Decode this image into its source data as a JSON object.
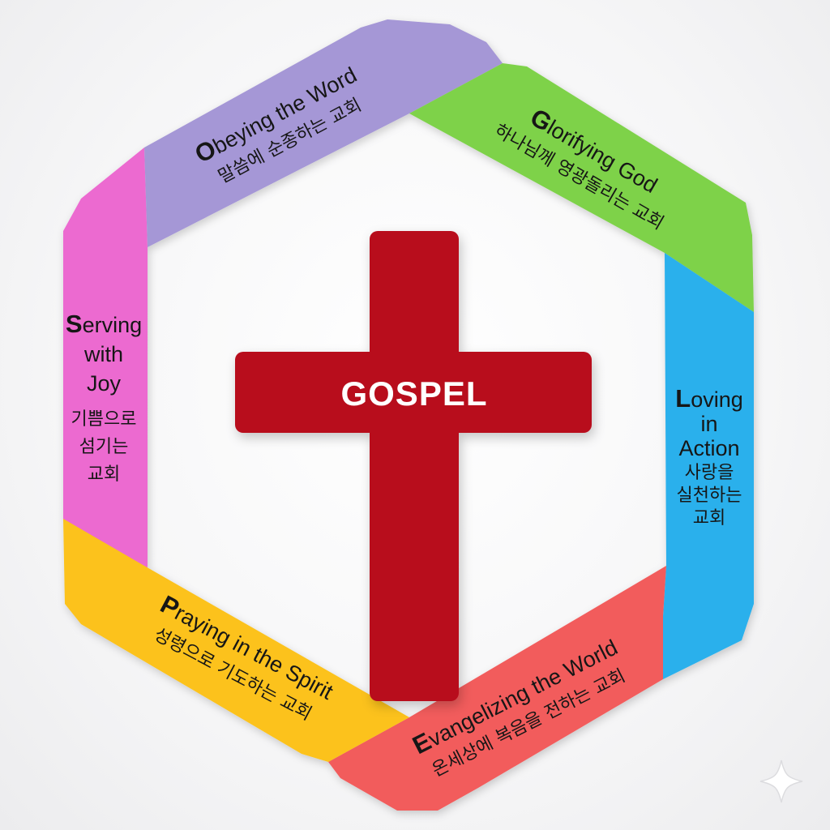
{
  "center": {
    "label": "GOSPEL"
  },
  "segments": [
    {
      "key": "obeying",
      "initial": "O",
      "rest": "beying the Word",
      "korean": "말씀에 순종하는 교회",
      "color": "#a597d6",
      "shade": "#8d7cc8"
    },
    {
      "key": "glorifying",
      "initial": "G",
      "rest": "lorifying God",
      "korean": "하나님께 영광돌리는 교회",
      "color": "#7ed24a",
      "shade": "#63b935"
    },
    {
      "key": "loving",
      "initial": "L",
      "rest_lines": [
        "oving",
        "in",
        "Action"
      ],
      "korean_lines": [
        "사랑을",
        "실천하는",
        "교회"
      ],
      "color": "#2ab0ec",
      "shade": "#1b97d2"
    },
    {
      "key": "evangelizing",
      "initial": "E",
      "rest": "vangelizing the World",
      "korean": "온세상에 복음을 전하는 교회",
      "color": "#f25b5b",
      "shade": "#e04646"
    },
    {
      "key": "praying",
      "initial": "P",
      "rest": "raying in the Spirit",
      "korean": "성령으로 기도하는 교회",
      "color": "#fcc21a",
      "shade": "#f0a812"
    },
    {
      "key": "serving",
      "initial": "S",
      "rest_lines": [
        "erving",
        "with",
        "Joy"
      ],
      "korean_lines": [
        "기쁨으로",
        "섬기는",
        "교회"
      ],
      "color": "#ec6ad0",
      "shade": "#d955bf"
    }
  ],
  "cross_color": "#b8101e",
  "sparkle_icon": "sparkle-icon"
}
